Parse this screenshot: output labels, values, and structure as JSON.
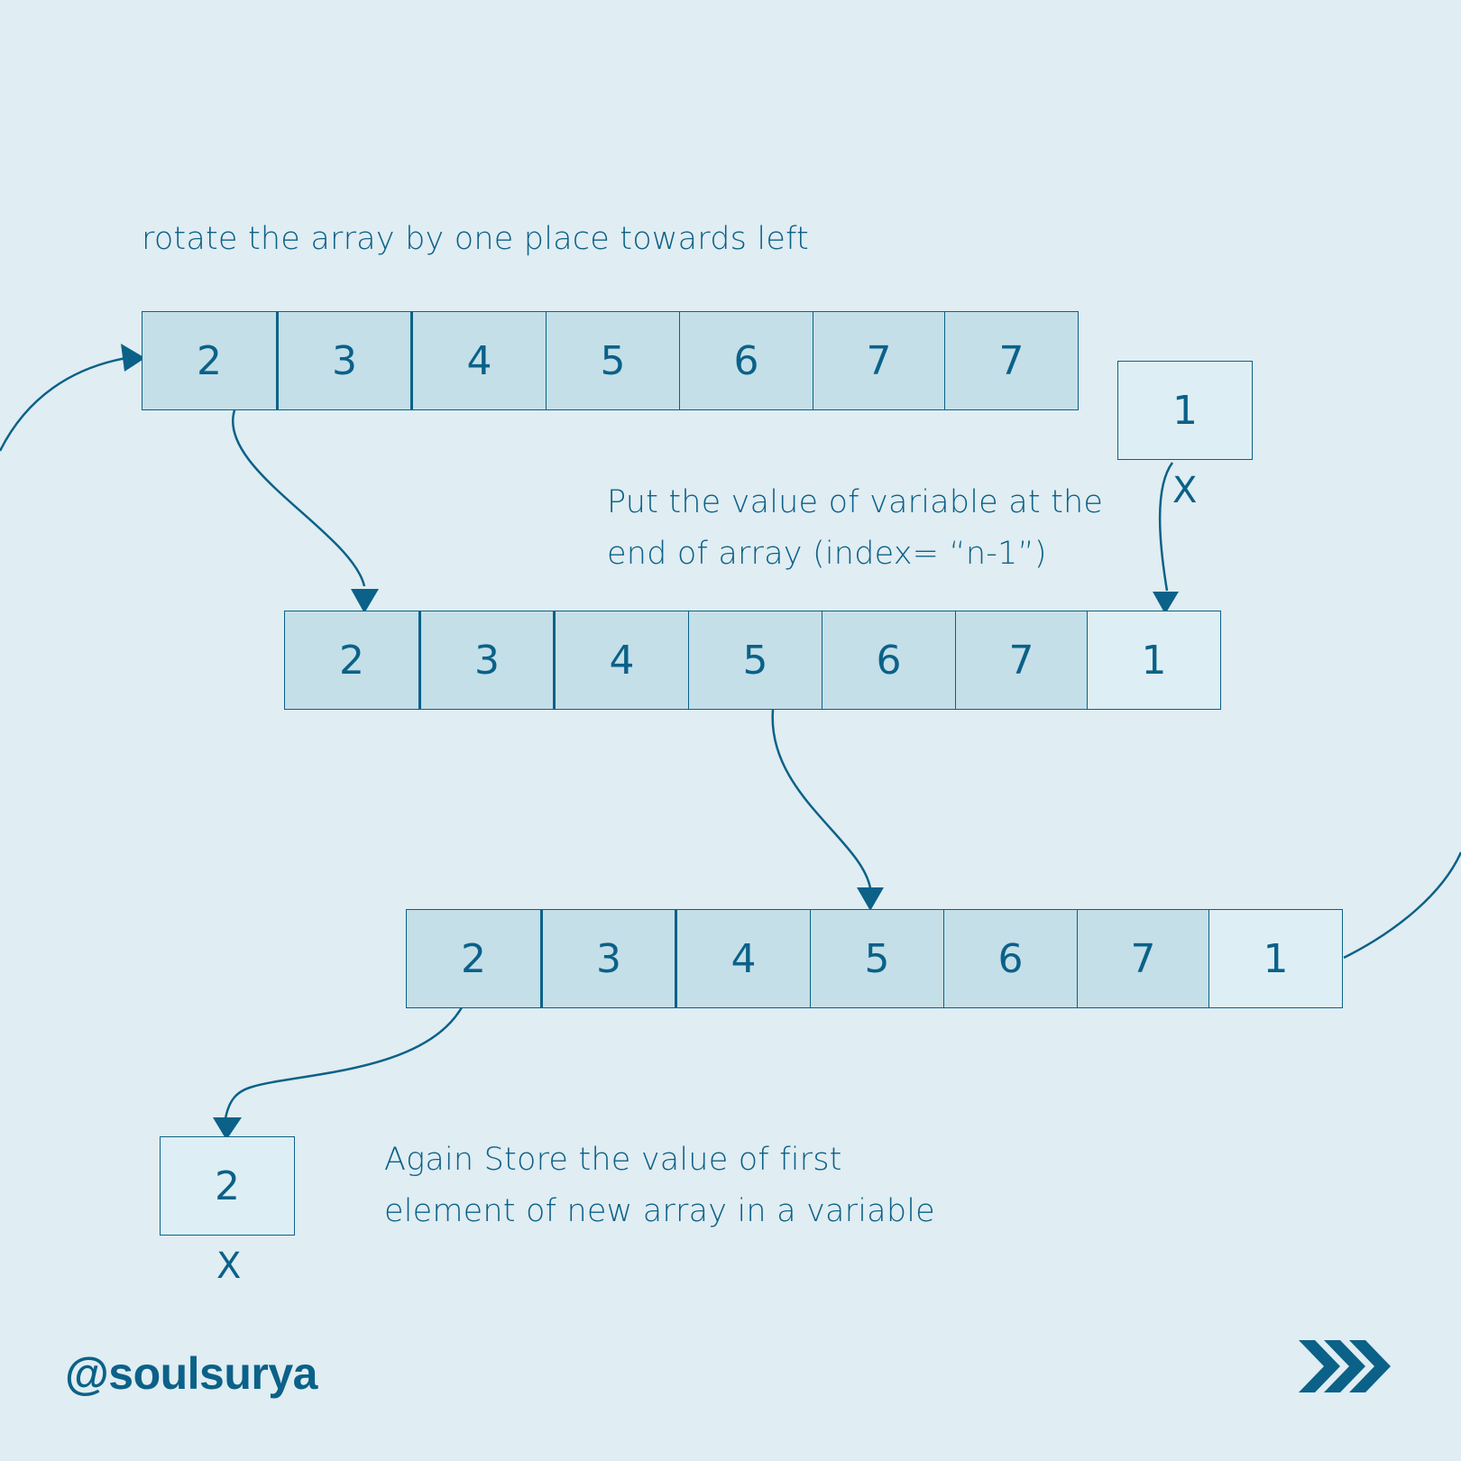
{
  "colors": {
    "background": "#e0edf2",
    "accent": "#0b6188",
    "cell": "#c4dfe8",
    "cell_light": "#ddeff5"
  },
  "title": "rotate the array by one place towards left",
  "array1": {
    "values": [
      "2",
      "3",
      "4",
      "5",
      "6",
      "7",
      "7"
    ]
  },
  "var_top": {
    "value": "1",
    "label": "X"
  },
  "note1": {
    "line1": "Put the value of variable at the",
    "line2": "end of array (index= “n-1”)"
  },
  "array2": {
    "values": [
      "2",
      "3",
      "4",
      "5",
      "6",
      "7",
      "1"
    ]
  },
  "array3": {
    "values": [
      "2",
      "3",
      "4",
      "5",
      "6",
      "7",
      "1"
    ]
  },
  "var_bottom": {
    "value": "2",
    "label": "X"
  },
  "note2": {
    "line1": "Again Store the value of first",
    "line2": "element of new array in a variable"
  },
  "handle": "@soulsurya",
  "icons": {
    "next": "triple-chevron-right-icon"
  }
}
